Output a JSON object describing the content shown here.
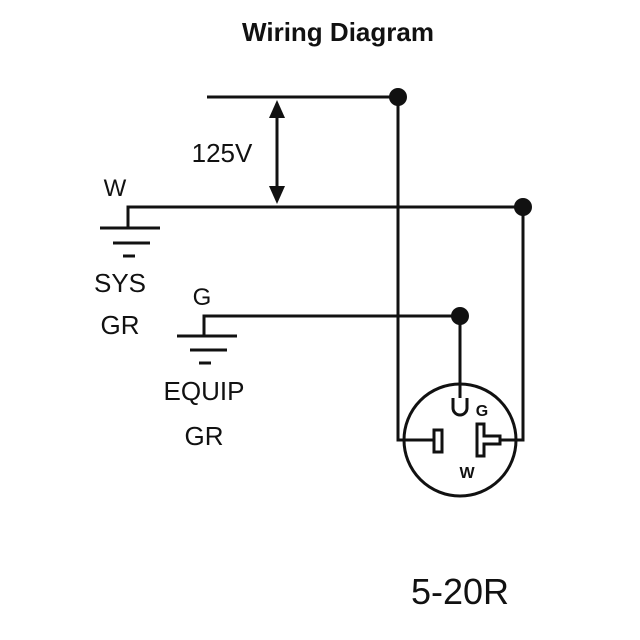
{
  "title": "Wiring Diagram",
  "voltage_label": "125V",
  "labels": {
    "w_wire": "W",
    "g_wire": "G",
    "sys_ground_line1": "SYS",
    "sys_ground_line2": "GR",
    "equip_ground_line1": "EQUIP",
    "equip_ground_line2": "GR",
    "receptacle_g": "G",
    "receptacle_w": "W"
  },
  "model": "5-20R",
  "colors": {
    "line": "#111111",
    "background": "#ffffff"
  }
}
